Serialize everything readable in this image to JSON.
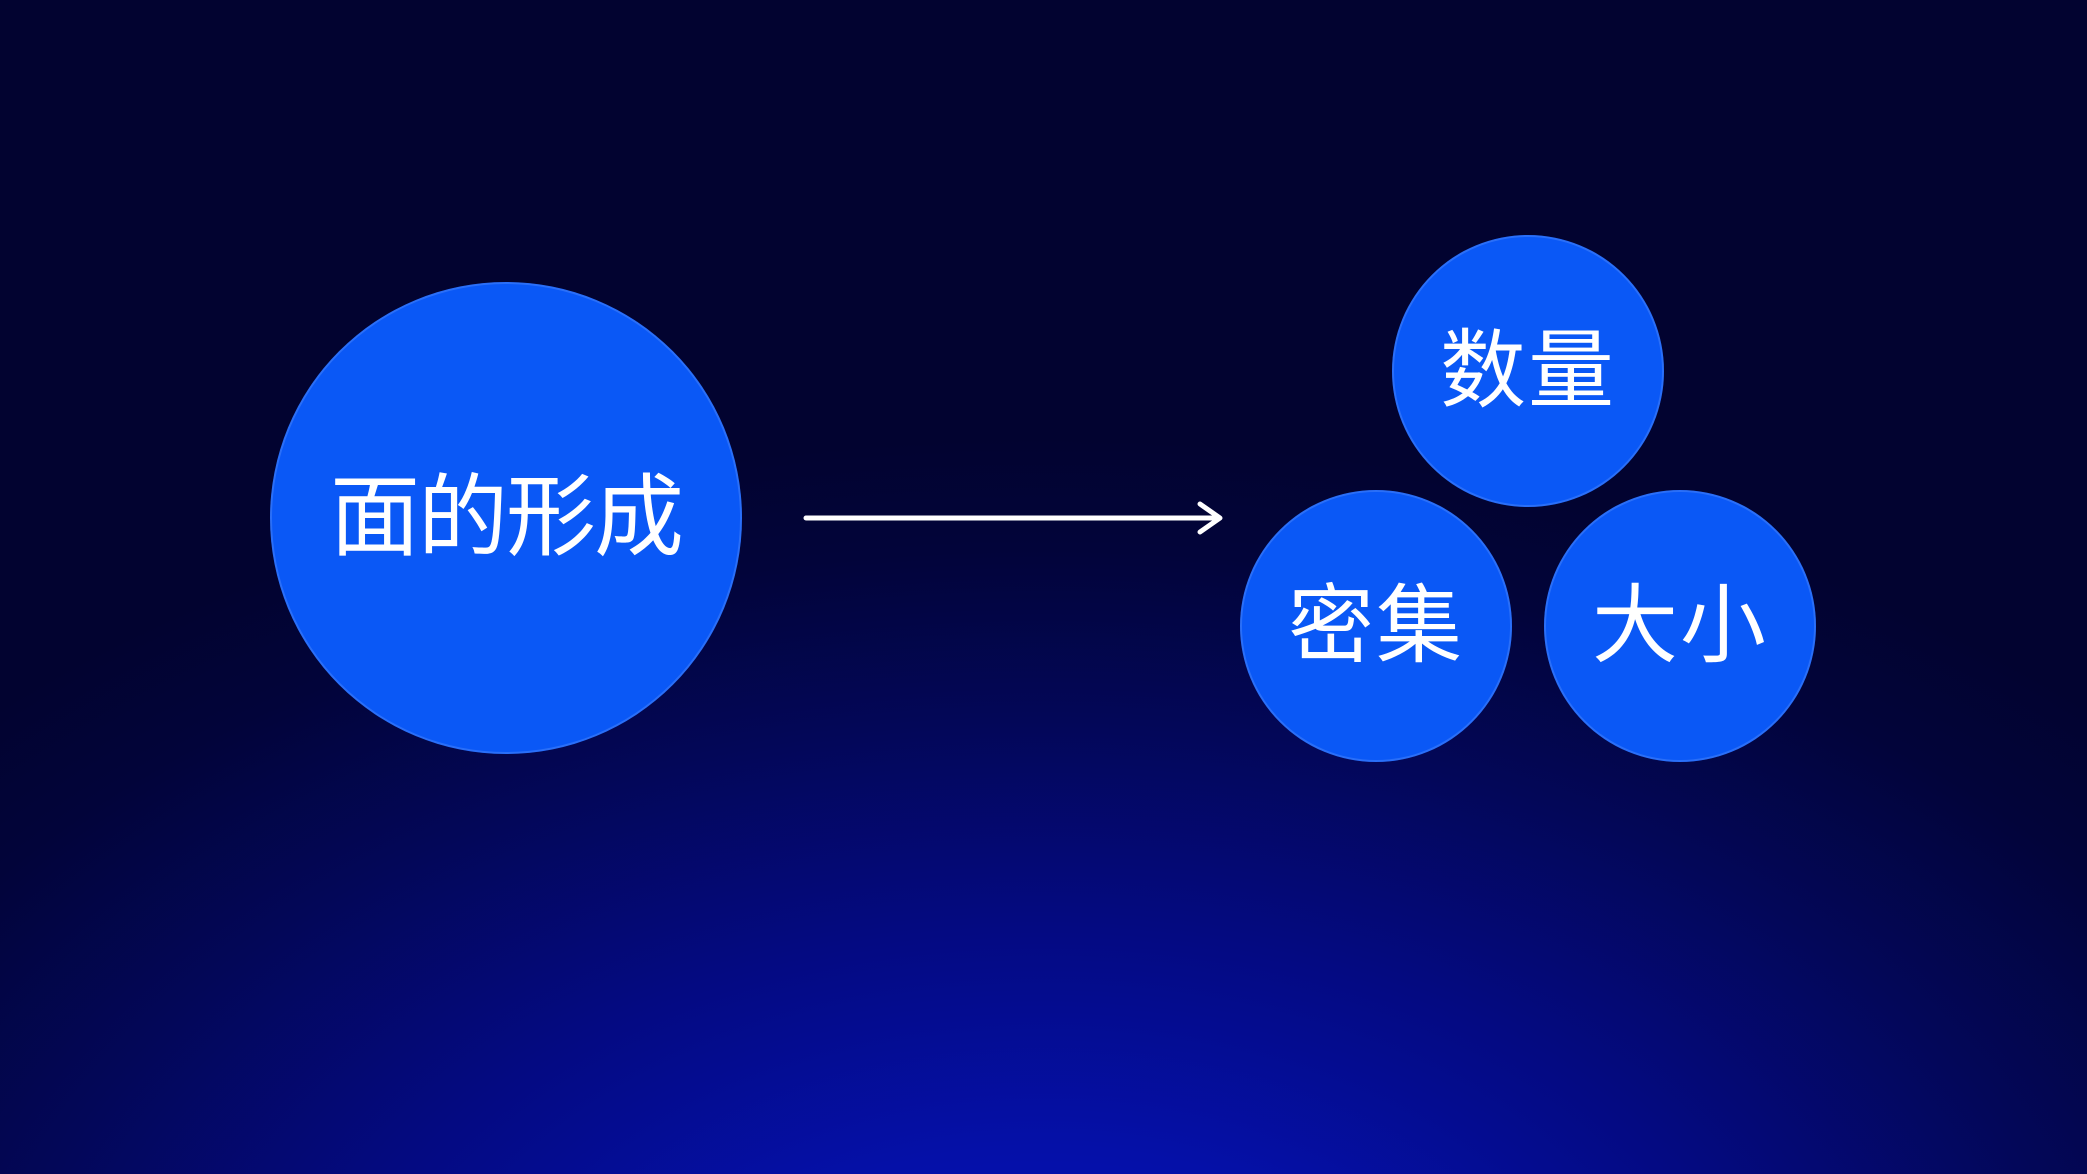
{
  "diagram": {
    "main_label": "面的形成",
    "factors": [
      {
        "label": "数量"
      },
      {
        "label": "密集"
      },
      {
        "label": "大小"
      }
    ]
  },
  "colors": {
    "background_top": "#020330",
    "background_bottom": "#0410c0",
    "circle_fill": "#0a58f6",
    "text": "#ffffff",
    "arrow": "#ffffff"
  }
}
